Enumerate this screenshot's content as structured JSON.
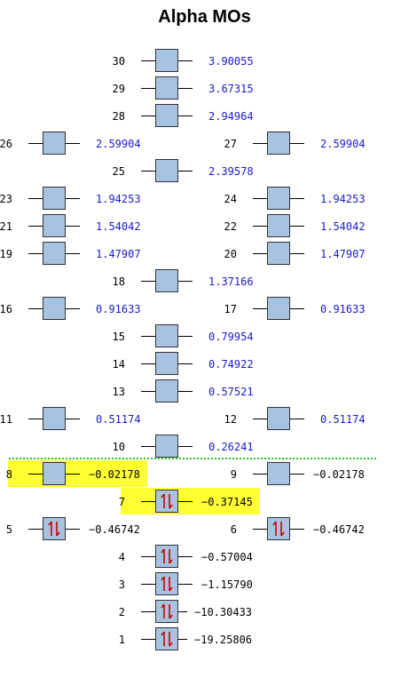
{
  "title": "Alpha MOs",
  "colors": {
    "box_fill": "#a6c3e1",
    "positive_energy": "#1a1ad0",
    "negative_energy": "#000000",
    "highlight": "#ffff33",
    "electron_arrow": "#d00000",
    "separator": "#22cc22"
  },
  "orbitals": [
    {
      "n": "30",
      "energy": "3.90055",
      "column": "center",
      "occupied": false,
      "highlight": false
    },
    {
      "n": "29",
      "energy": "3.67315",
      "column": "center",
      "occupied": false,
      "highlight": false
    },
    {
      "n": "28",
      "energy": "2.94964",
      "column": "center",
      "occupied": false,
      "highlight": false
    },
    {
      "n": "26",
      "energy": "2.59904",
      "column": "left",
      "occupied": false,
      "highlight": false
    },
    {
      "n": "27",
      "energy": "2.59904",
      "column": "right",
      "occupied": false,
      "highlight": false
    },
    {
      "n": "25",
      "energy": "2.39578",
      "column": "center",
      "occupied": false,
      "highlight": false
    },
    {
      "n": "23",
      "energy": "1.94253",
      "column": "left",
      "occupied": false,
      "highlight": false
    },
    {
      "n": "24",
      "energy": "1.94253",
      "column": "right",
      "occupied": false,
      "highlight": false
    },
    {
      "n": "21",
      "energy": "1.54042",
      "column": "left",
      "occupied": false,
      "highlight": false
    },
    {
      "n": "22",
      "energy": "1.54042",
      "column": "right",
      "occupied": false,
      "highlight": false
    },
    {
      "n": "19",
      "energy": "1.47907",
      "column": "left",
      "occupied": false,
      "highlight": false
    },
    {
      "n": "20",
      "energy": "1.47907",
      "column": "right",
      "occupied": false,
      "highlight": false
    },
    {
      "n": "18",
      "energy": "1.37166",
      "column": "center",
      "occupied": false,
      "highlight": false
    },
    {
      "n": "16",
      "energy": "0.91633",
      "column": "left",
      "occupied": false,
      "highlight": false
    },
    {
      "n": "17",
      "energy": "0.91633",
      "column": "right",
      "occupied": false,
      "highlight": false
    },
    {
      "n": "15",
      "energy": "0.79954",
      "column": "center",
      "occupied": false,
      "highlight": false
    },
    {
      "n": "14",
      "energy": "0.74922",
      "column": "center",
      "occupied": false,
      "highlight": false
    },
    {
      "n": "13",
      "energy": "0.57521",
      "column": "center",
      "occupied": false,
      "highlight": false
    },
    {
      "n": "11",
      "energy": "0.51174",
      "column": "left",
      "occupied": false,
      "highlight": false
    },
    {
      "n": "12",
      "energy": "0.51174",
      "column": "right",
      "occupied": false,
      "highlight": false
    },
    {
      "n": "10",
      "energy": "0.26241",
      "column": "center",
      "occupied": false,
      "highlight": false
    },
    {
      "n": "8",
      "energy": "−0.02178",
      "column": "left",
      "occupied": false,
      "highlight": true
    },
    {
      "n": "9",
      "energy": "−0.02178",
      "column": "right",
      "occupied": false,
      "highlight": false
    },
    {
      "n": "7",
      "energy": "−0.37145",
      "column": "center",
      "occupied": true,
      "highlight": true
    },
    {
      "n": "5",
      "energy": "−0.46742",
      "column": "left",
      "occupied": true,
      "highlight": false
    },
    {
      "n": "6",
      "energy": "−0.46742",
      "column": "right",
      "occupied": true,
      "highlight": false
    },
    {
      "n": "4",
      "energy": "−0.57004",
      "column": "center",
      "occupied": true,
      "highlight": false
    },
    {
      "n": "3",
      "energy": "−1.15790",
      "column": "center",
      "occupied": true,
      "highlight": false
    },
    {
      "n": "2",
      "energy": "−10.30433",
      "column": "center",
      "occupied": true,
      "highlight": false
    },
    {
      "n": "1",
      "energy": "−19.25806",
      "column": "center",
      "occupied": true,
      "highlight": false
    }
  ]
}
